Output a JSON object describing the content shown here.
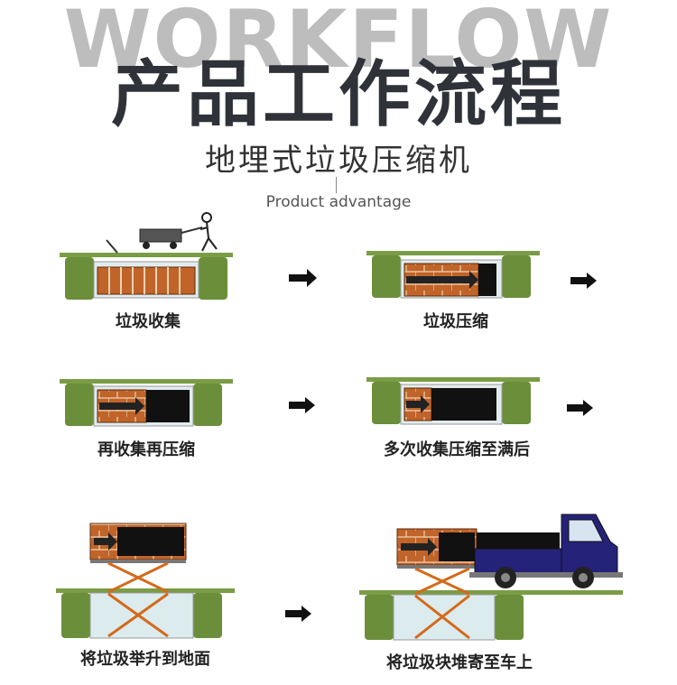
{
  "header": {
    "background_word": "WORKFLOW",
    "title": "产品工作流程",
    "subtitle": "地埋式垃圾压缩机",
    "tagline": "Product advantage"
  },
  "steps": [
    {
      "label": "垃圾收集"
    },
    {
      "label": "垃圾压缩"
    },
    {
      "label": "再收集再压缩"
    },
    {
      "label": "多次收集压缩至满后"
    },
    {
      "label": "将垃圾举升到地面"
    },
    {
      "label": "将垃圾块堆寄至车上"
    }
  ],
  "icons": {
    "flow_arrow": "arrow-right-icon",
    "cart": "cart-icon",
    "person": "person-icon",
    "truck": "truck-icon"
  },
  "colors": {
    "pit_green": "#6b8e3a",
    "ground_green": "#7a9c46",
    "brick": "#c0642a",
    "compressed": "#111111",
    "truck_blue": "#25227a",
    "scissor": "#d46a1a",
    "pit_bg": "#dcebee"
  }
}
